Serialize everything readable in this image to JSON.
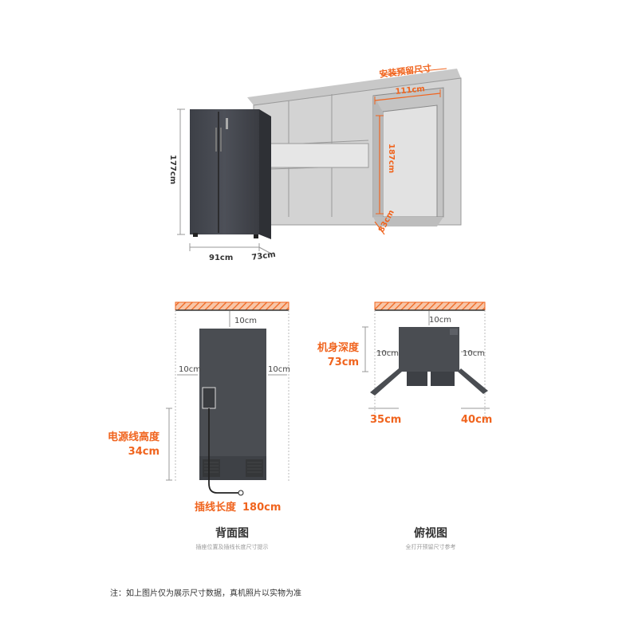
{
  "top_view": {
    "install_label": "安装预留尺寸",
    "opening_width": "111cm",
    "opening_height": "187cm",
    "opening_depth": "83cm",
    "fridge_height": "177cm",
    "fridge_width": "91cm",
    "fridge_depth": "73cm"
  },
  "back_view": {
    "top_gap": "10cm",
    "left_gap": "10cm",
    "right_gap": "10cm",
    "cord_height_label": "电源线高度",
    "cord_height_value": "34cm",
    "cord_length_label": "插线长度",
    "cord_length_value": "180cm",
    "title": "背面图",
    "subtitle": "插座位置及插线长度尺寸提示"
  },
  "plan_view": {
    "top_gap": "10cm",
    "left_gap": "10cm",
    "right_gap": "10cm",
    "body_depth_label": "机身深度",
    "body_depth_value": "73cm",
    "left_door": "35cm",
    "right_door": "40cm",
    "title": "俯视图",
    "subtitle": "全打开预留尺寸参考"
  },
  "footnote": "注：如上图片仅为展示尺寸数据，真机照片以实物为准",
  "colors": {
    "accent": "#f0641e",
    "fridge": "#4a4d52",
    "wall": "#d2d2d2"
  }
}
